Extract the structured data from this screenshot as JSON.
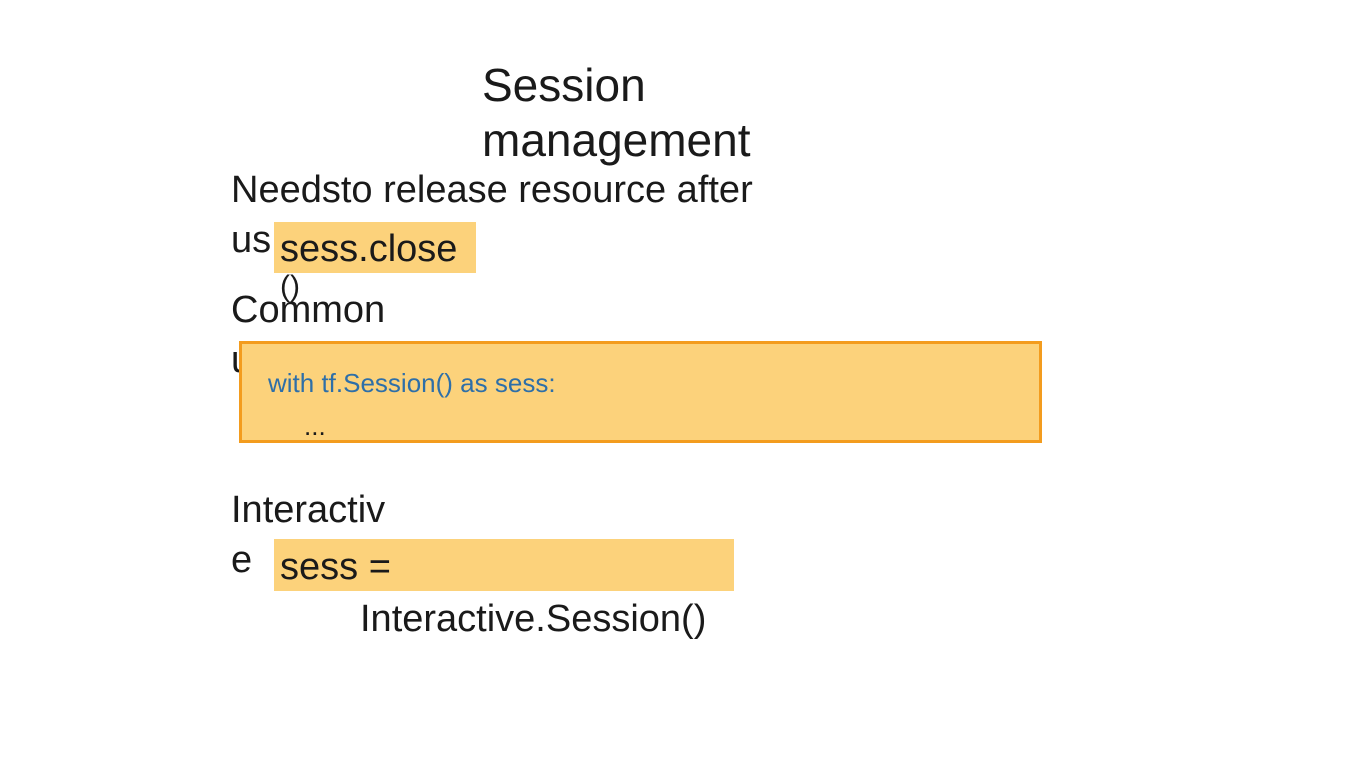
{
  "slide": {
    "title_line1": "Session",
    "title_line2": "management",
    "release": {
      "line1": "Needsto release resource  after",
      "line2_prefix": "us",
      "code": "sess.close",
      "code_suffix": "()"
    },
    "common": {
      "line1": "Common",
      "line2_prefix": "u",
      "code_line1": "with tf.Session() as sess:",
      "code_line2": "..."
    },
    "interactive": {
      "line1": "Interactiv",
      "line2_prefix": "e",
      "code_part1": "sess  =",
      "code_part2": "Interactive.Session()"
    }
  },
  "colors": {
    "highlight": "#fcd27b",
    "code_border": "#f39c1e",
    "code_text": "#2e6fa8"
  }
}
